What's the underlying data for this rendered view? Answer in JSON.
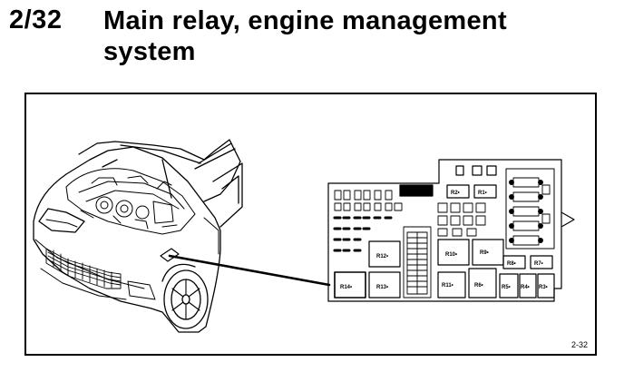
{
  "header": {
    "number": "2/32",
    "title": "Main relay, engine management system"
  },
  "figure": {
    "reference": "2-32",
    "relay_labels": {
      "main": "R14•",
      "r12": "R12•",
      "r13": "R13•",
      "r10": "R10•",
      "r11": "R11•",
      "r9": "R9•",
      "r8": "R8•",
      "r7": "R7•",
      "r6": "R6•",
      "r5": "R5•",
      "r4": "R4•",
      "r3": "R3•",
      "r2": "R2•",
      "r1": "R1•"
    }
  }
}
